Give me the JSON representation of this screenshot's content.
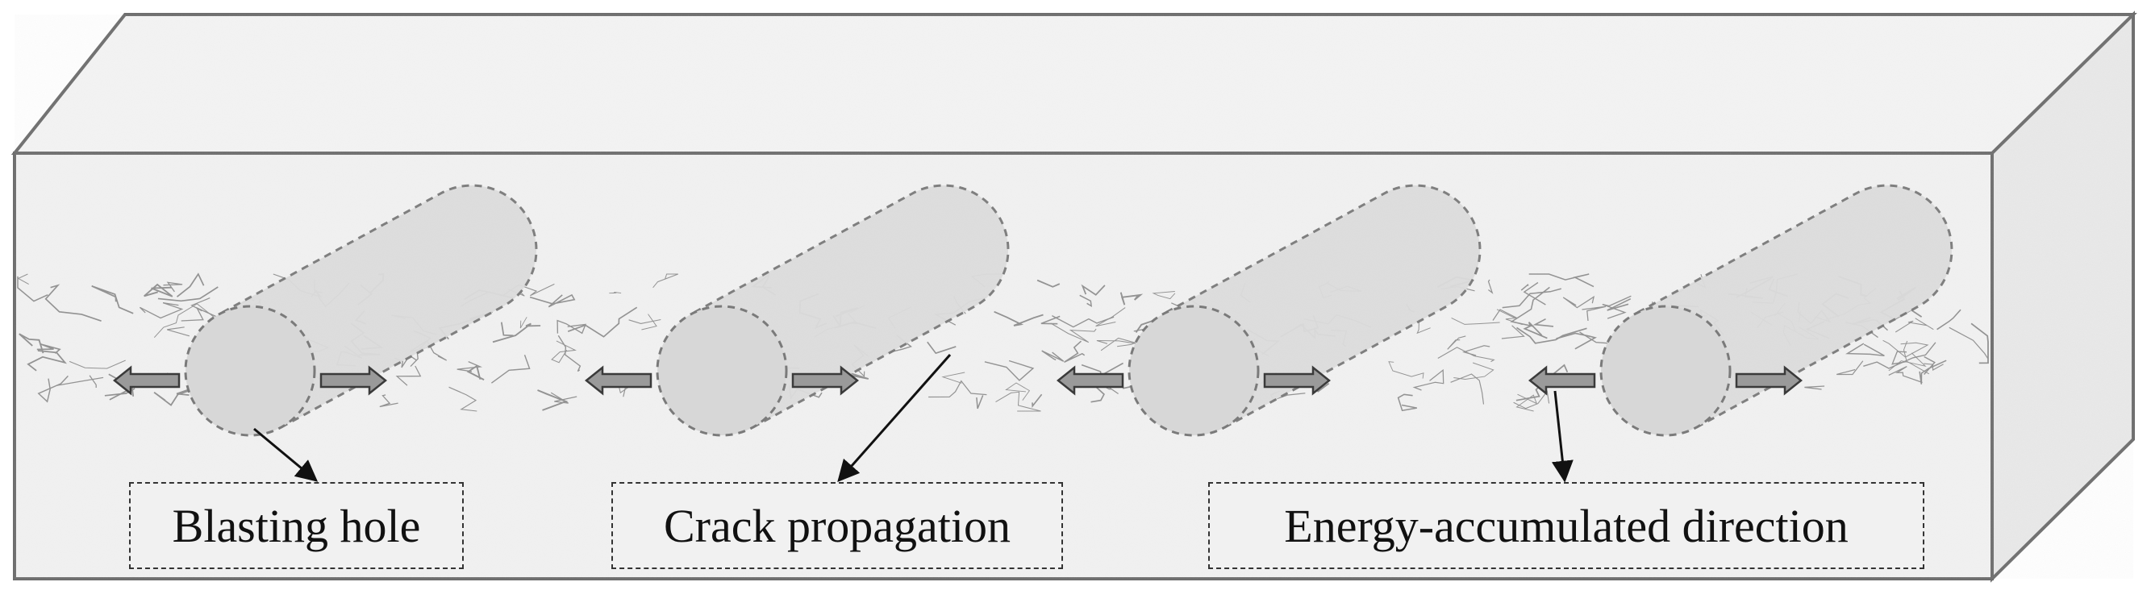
{
  "labels": {
    "blasting_hole": "Blasting hole",
    "crack_propagation": "Crack propagation",
    "energy_direction": "Energy-accumulated direction"
  },
  "colors": {
    "block_front": "#f2f2f2",
    "block_top": "#f4f4f4",
    "block_side": "#e9e9e9",
    "edge": "#6e6e6e",
    "hole_fill": "#dcdcdc",
    "hole_outline": "#7a7a7a",
    "arrow_fill": "#9a9a9a",
    "arrow_stroke": "#3a3a3a",
    "crack": "#8a8a8a",
    "leader": "#111111"
  },
  "icons": {
    "hole": "cylindrical-hole",
    "direction": "double-arrow"
  },
  "holes_count_shown": 4
}
